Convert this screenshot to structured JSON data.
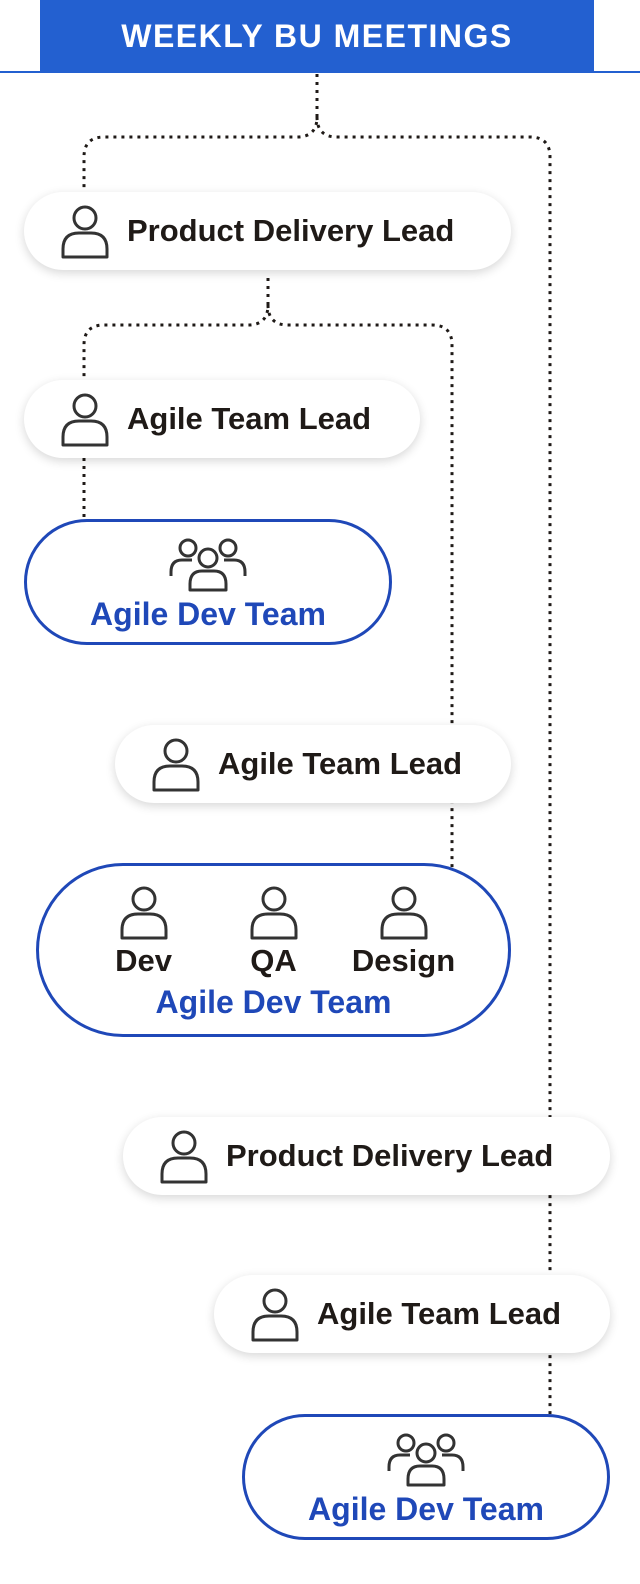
{
  "header": {
    "title": "WEEKLY BU MEETINGS"
  },
  "colors": {
    "brand_blue": "#2360d0",
    "team_blue": "#1f48b8",
    "text": "#1f1a17",
    "connector": "#1f1a17"
  },
  "icons": {
    "person": "person-icon",
    "group": "group-icon"
  },
  "roles": {
    "product_delivery_lead": "Product Delivery Lead",
    "agile_team_lead": "Agile Team Lead",
    "agile_dev_team": "Agile Dev Team"
  },
  "team_members": [
    "Dev",
    "QA",
    "Design"
  ]
}
